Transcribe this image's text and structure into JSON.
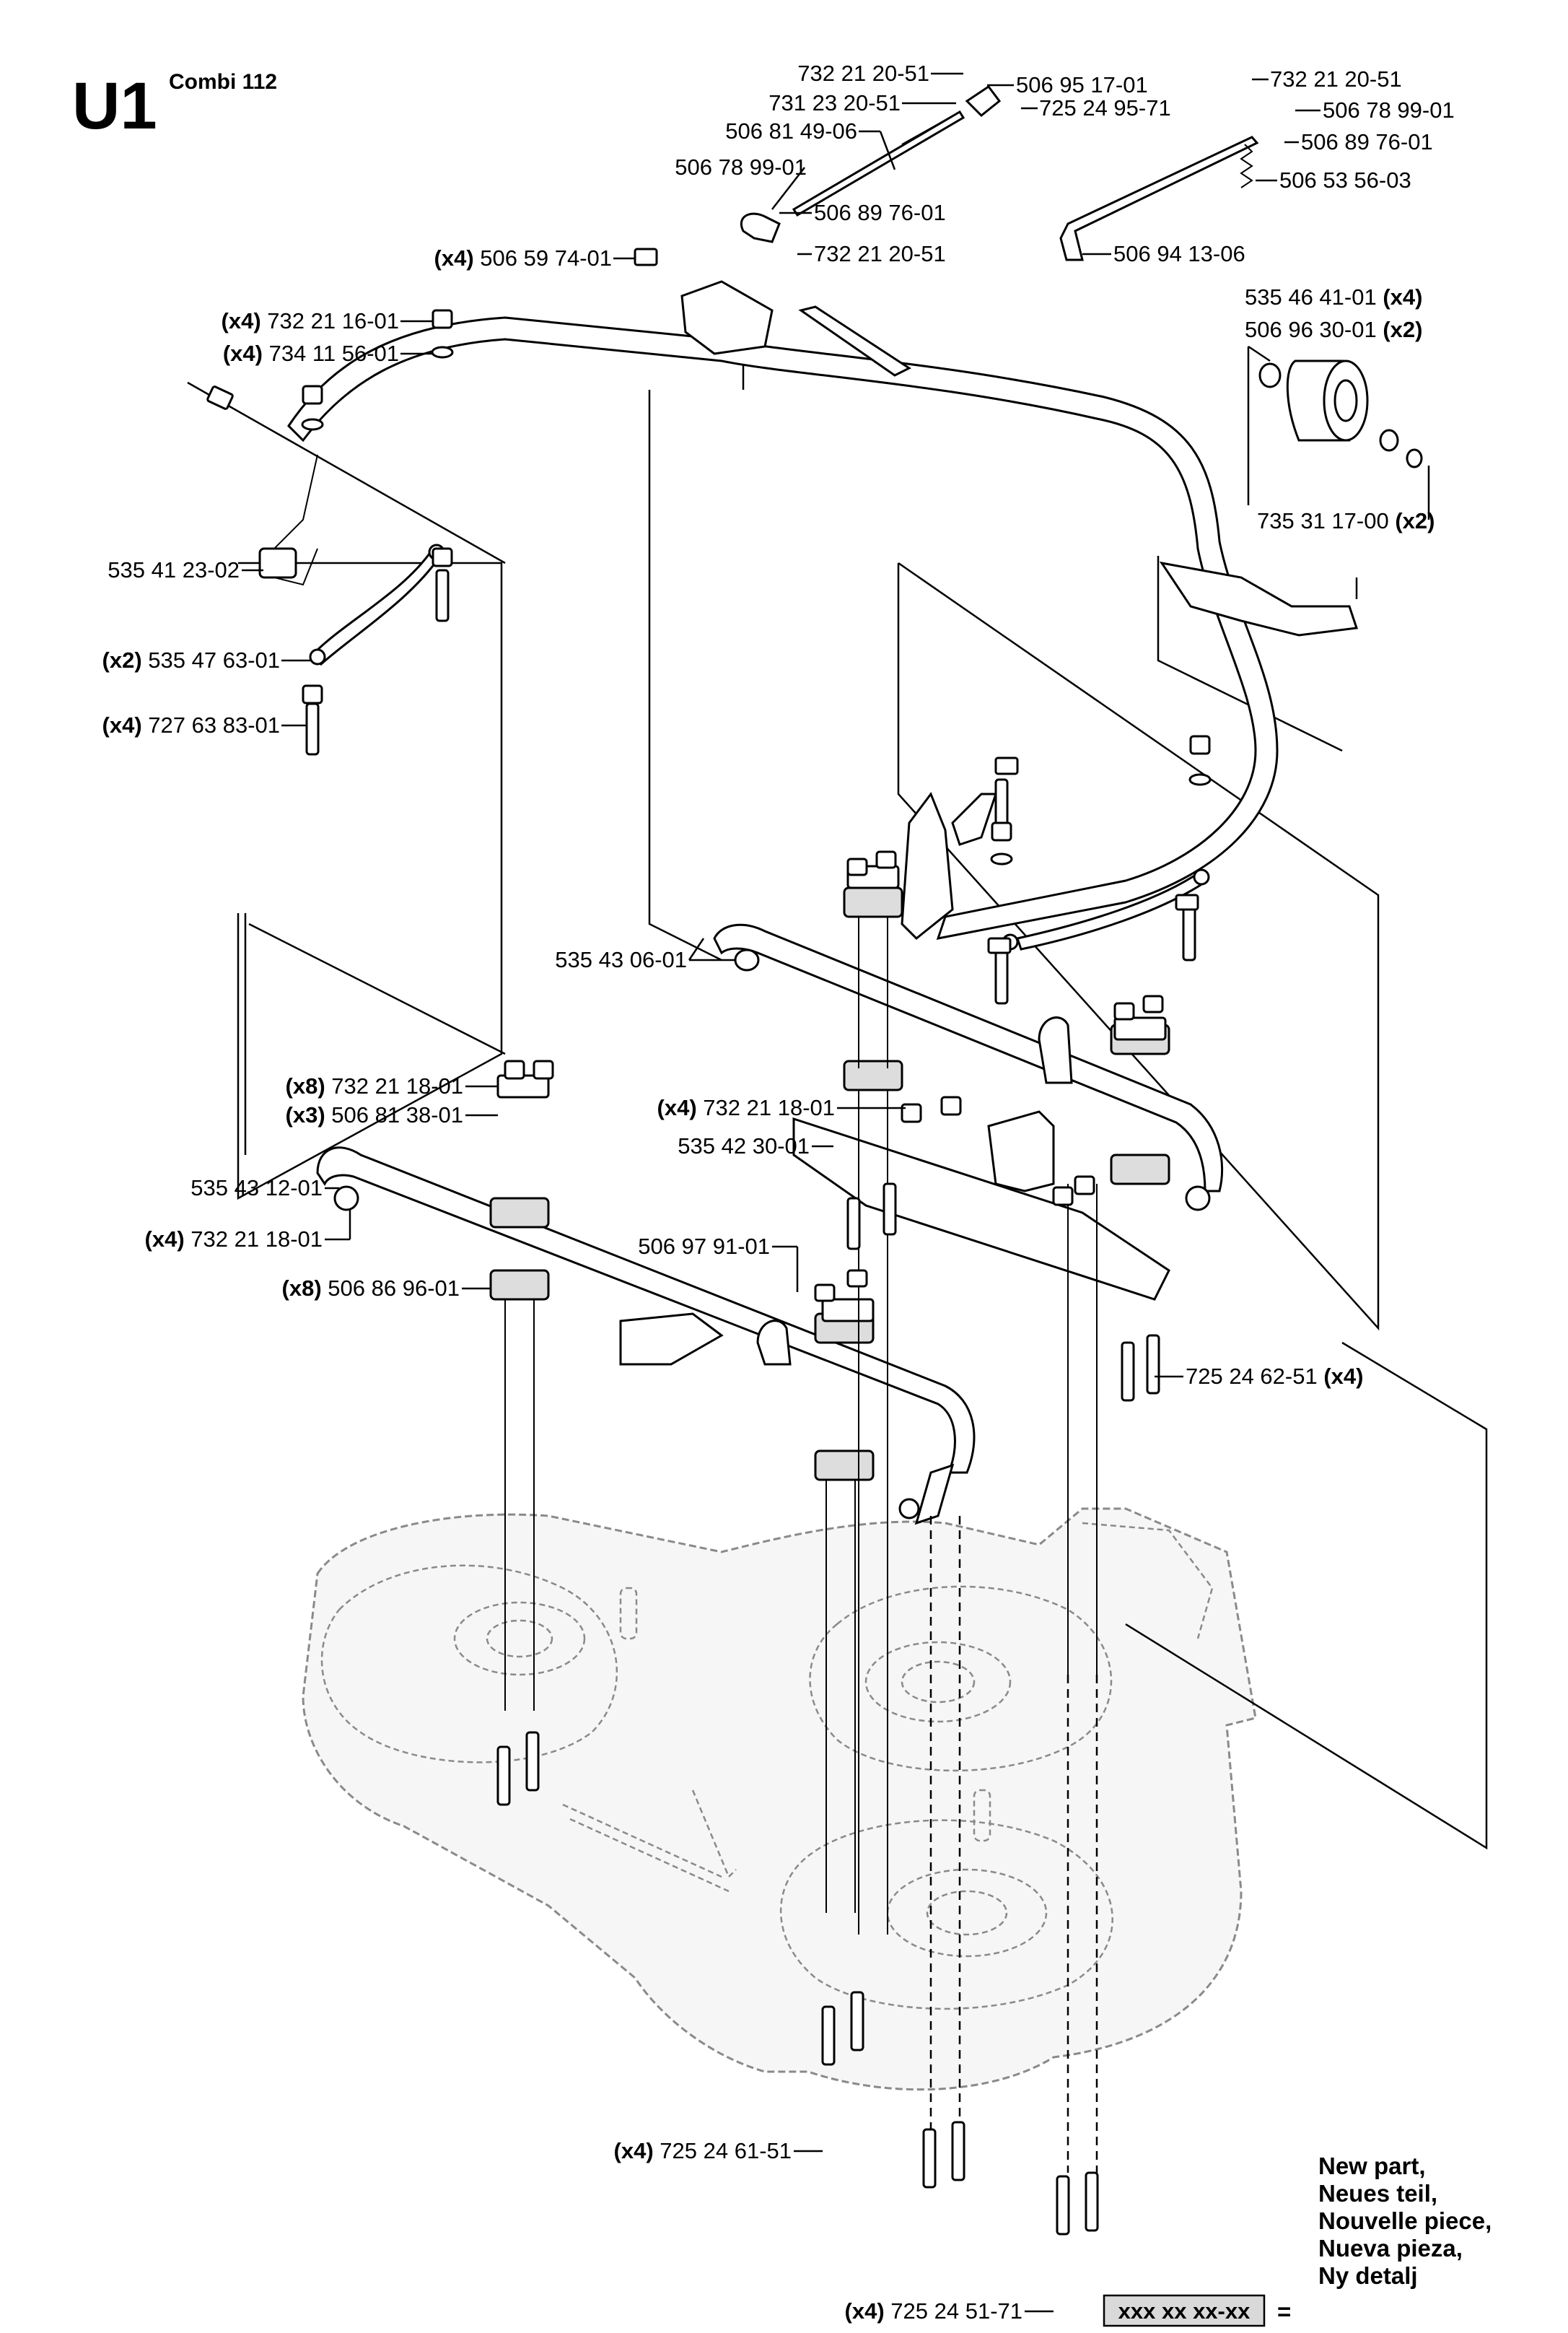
{
  "header": {
    "code": "U1",
    "model": "Combi 112"
  },
  "legend": {
    "sample_number": "xxx xx xx-xx",
    "equals": "=",
    "lines": [
      "New part,",
      "Neues teil,",
      "Nouvelle piece,",
      "Nueva pieza,",
      "Ny detalj"
    ],
    "box_color": "#d9d9d9"
  },
  "callouts": [
    {
      "qty": "",
      "number": "732 21 20-51"
    },
    {
      "qty": "",
      "number": "506 95 17-01"
    },
    {
      "qty": "",
      "number": "731 23 20-51"
    },
    {
      "qty": "",
      "number": "725 24 95-71"
    },
    {
      "qty": "",
      "number": "506 81 49-06"
    },
    {
      "qty": "",
      "number": "506 78 99-01"
    },
    {
      "qty": "",
      "number": "506 89 76-01"
    },
    {
      "qty": "",
      "number": "732 21 20-51"
    },
    {
      "qty": "",
      "number": "732 21 20-51"
    },
    {
      "qty": "",
      "number": "506 78 99-01"
    },
    {
      "qty": "",
      "number": "506 89 76-01"
    },
    {
      "qty": "",
      "number": "506 53 56-03"
    },
    {
      "qty": "",
      "number": "506 94 13-06"
    },
    {
      "qty": "(x4)",
      "number": "506 59 74-01"
    },
    {
      "qty": "(x4)",
      "number": "535 46 41-01"
    },
    {
      "qty": "(x2)",
      "number": "506 96 30-01"
    },
    {
      "qty": "(x4)",
      "number": "732 21 16-01"
    },
    {
      "qty": "(x4)",
      "number": "734 11 56-01"
    },
    {
      "qty": "(x2)",
      "number": "735 31 17-00"
    },
    {
      "qty": "",
      "number": "535 41 23-02"
    },
    {
      "qty": "(x2)",
      "number": "535 47 63-01"
    },
    {
      "qty": "(x4)",
      "number": "727 63 83-01"
    },
    {
      "qty": "",
      "number": "535 43 06-01"
    },
    {
      "qty": "(x8)",
      "number": "732 21 18-01"
    },
    {
      "qty": "(x3)",
      "number": "506 81 38-01"
    },
    {
      "qty": "(x4)",
      "number": "732 21 18-01"
    },
    {
      "qty": "",
      "number": "535 42 30-01"
    },
    {
      "qty": "",
      "number": "535 43 12-01"
    },
    {
      "qty": "(x4)",
      "number": "732 21 18-01"
    },
    {
      "qty": "",
      "number": "506 97 91-01"
    },
    {
      "qty": "(x8)",
      "number": "506 86 96-01"
    },
    {
      "qty": "(x4)",
      "number": "725 24 62-51"
    },
    {
      "qty": "(x4)",
      "number": "725 24 61-51"
    },
    {
      "qty": "(x4)",
      "number": "725 24 51-71"
    }
  ]
}
